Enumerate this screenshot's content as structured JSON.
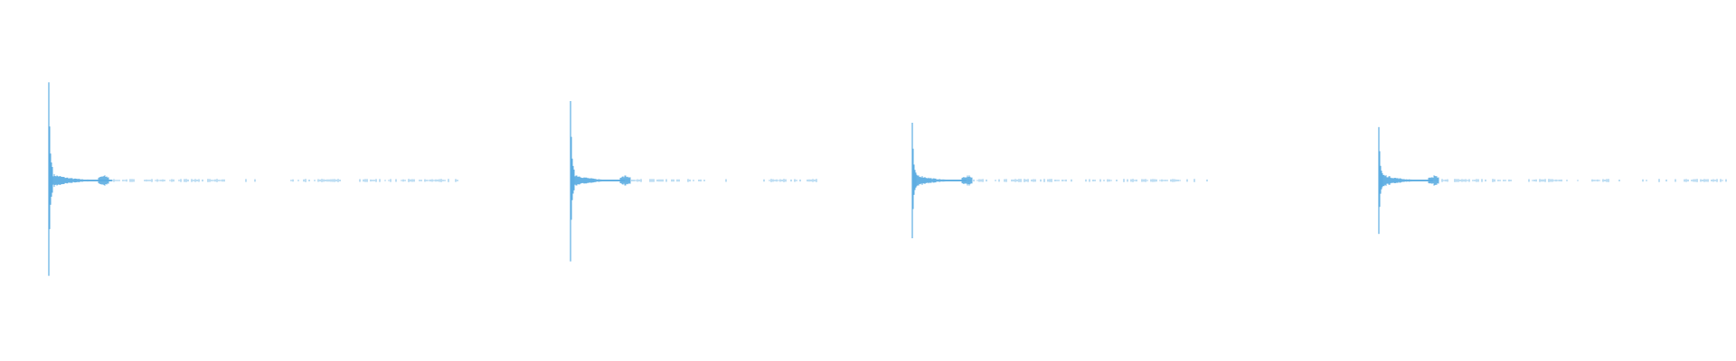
{
  "waveform": {
    "color": "#5dade2",
    "background": "#ffffff",
    "clips": [
      {
        "peak_top": 0.68,
        "peak_bottom": 0.66,
        "decay": "long"
      },
      {
        "peak_top": 0.55,
        "peak_bottom": 0.56,
        "decay": "medium"
      },
      {
        "peak_top": 0.4,
        "peak_bottom": 0.4,
        "decay": "medium"
      },
      {
        "peak_top": 0.37,
        "peak_bottom": 0.37,
        "decay": "medium"
      }
    ]
  }
}
